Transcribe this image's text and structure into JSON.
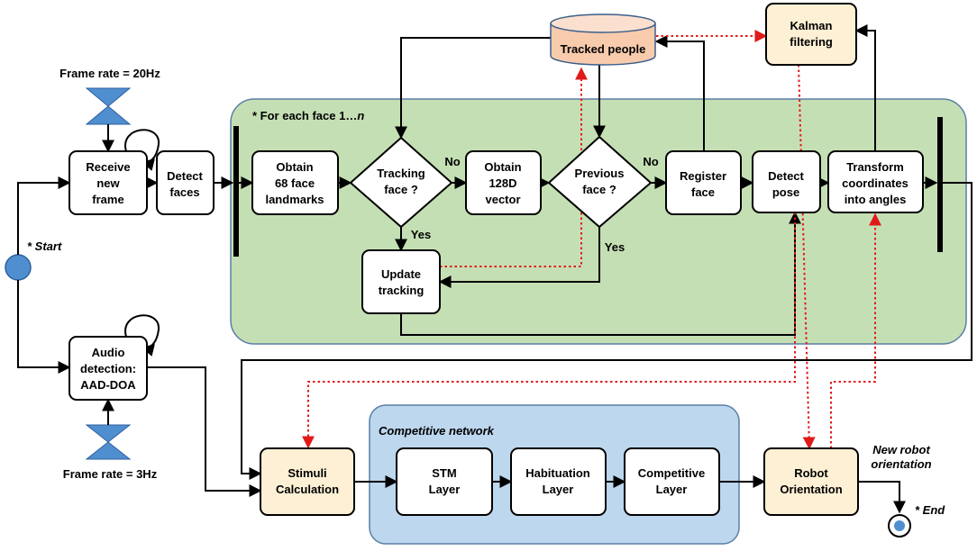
{
  "frame_rate_top": "Frame rate = 20Hz",
  "frame_rate_bottom": "Frame rate = 3Hz",
  "start_label": "* Start",
  "end_label": "* End",
  "loop_label_prefix": "* For each face 1…",
  "loop_label_var": "n",
  "competitive_network_label": "Competitive network",
  "new_orientation_label": [
    "New robot",
    "orientation"
  ],
  "yes_label": "Yes",
  "no_label": "No",
  "nodes": {
    "receive": [
      "Receive",
      "new",
      "frame"
    ],
    "detect_faces": [
      "Detect",
      "faces"
    ],
    "landmarks": [
      "Obtain",
      "68 face",
      "landmarks"
    ],
    "tracking_face": [
      "Tracking",
      "face ?"
    ],
    "vector": [
      "Obtain",
      "128D",
      "vector"
    ],
    "previous_face": [
      "Previous",
      "face ?"
    ],
    "register": [
      "Register",
      "face"
    ],
    "detect_pose": [
      "Detect",
      "pose"
    ],
    "transform": [
      "Transform",
      "coordinates",
      "into angles"
    ],
    "update_tracking": [
      "Update",
      "tracking"
    ],
    "tracked_people": [
      "Tracked people"
    ],
    "kalman": [
      "Kalman",
      "filtering"
    ],
    "audio": [
      "Audio",
      "detection:",
      "AAD-DOA"
    ],
    "stimuli": [
      "Stimuli",
      "Calculation"
    ],
    "stm": [
      "STM",
      "Layer"
    ],
    "habituation": [
      "Habituation",
      "Layer"
    ],
    "competitive": [
      "Competitive",
      "Layer"
    ],
    "robot": [
      "Robot",
      "Orientation"
    ]
  },
  "colors": {
    "loop_fill": "#c5dfb4",
    "loop_stroke": "#5b7fa6",
    "network_fill": "#bdd7ee",
    "network_stroke": "#5b7fa6",
    "highlight_fill": "#fdf0d5",
    "db_fill": "#f8cbad",
    "hourglass": "#4f8fcf",
    "dotted_arrow": "#e01a1a"
  }
}
